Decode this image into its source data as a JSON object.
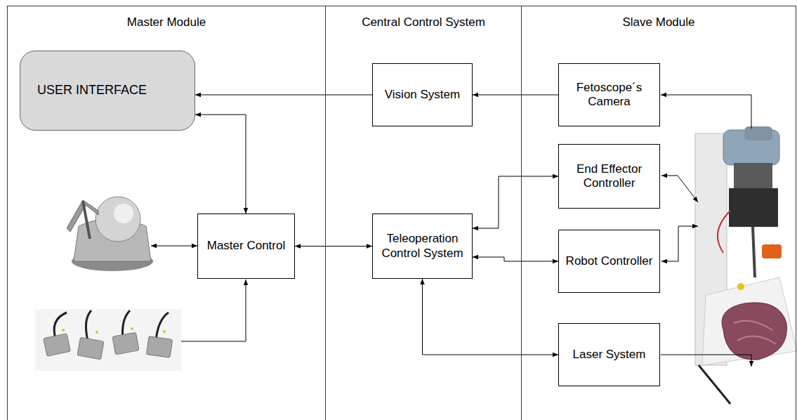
{
  "diagram": {
    "nodes": [
      {
        "text": [
          "Master Module"
        ]
      },
      {
        "text": [
          "Central Control System"
        ]
      },
      {
        "text": [
          "Slave Module"
        ]
      },
      {
        "text": [
          "USER INTERFACE"
        ],
        "in": 0
      },
      {
        "text": [
          "Master Control"
        ],
        "in": 0
      },
      {
        "text": [
          "Vision System"
        ],
        "in": 1
      },
      {
        "text": [
          "Teleoperation Control System"
        ],
        "in": 1
      },
      {
        "text": [
          "Fetoscope´s Camera"
        ],
        "in": 2
      },
      {
        "text": [
          "End Effector Controller"
        ],
        "in": 2
      },
      {
        "text": [
          "Robot Controller"
        ],
        "in": 2
      },
      {
        "text": [
          "Laser System"
        ],
        "in": 2
      }
    ],
    "edges": [
      {
        "from": 5,
        "to": 3,
        "arrow": "to"
      },
      {
        "from": 7,
        "to": 5,
        "arrow": "to"
      },
      {
        "from": 3,
        "to": 4,
        "arrow": "both"
      },
      {
        "from": 4,
        "to": 6,
        "arrow": "both"
      },
      {
        "from": 6,
        "to": 8,
        "arrow": "both"
      },
      {
        "from": 6,
        "to": 9,
        "arrow": "both"
      },
      {
        "from": 6,
        "to": 10,
        "arrow": "both"
      }
    ]
  }
}
